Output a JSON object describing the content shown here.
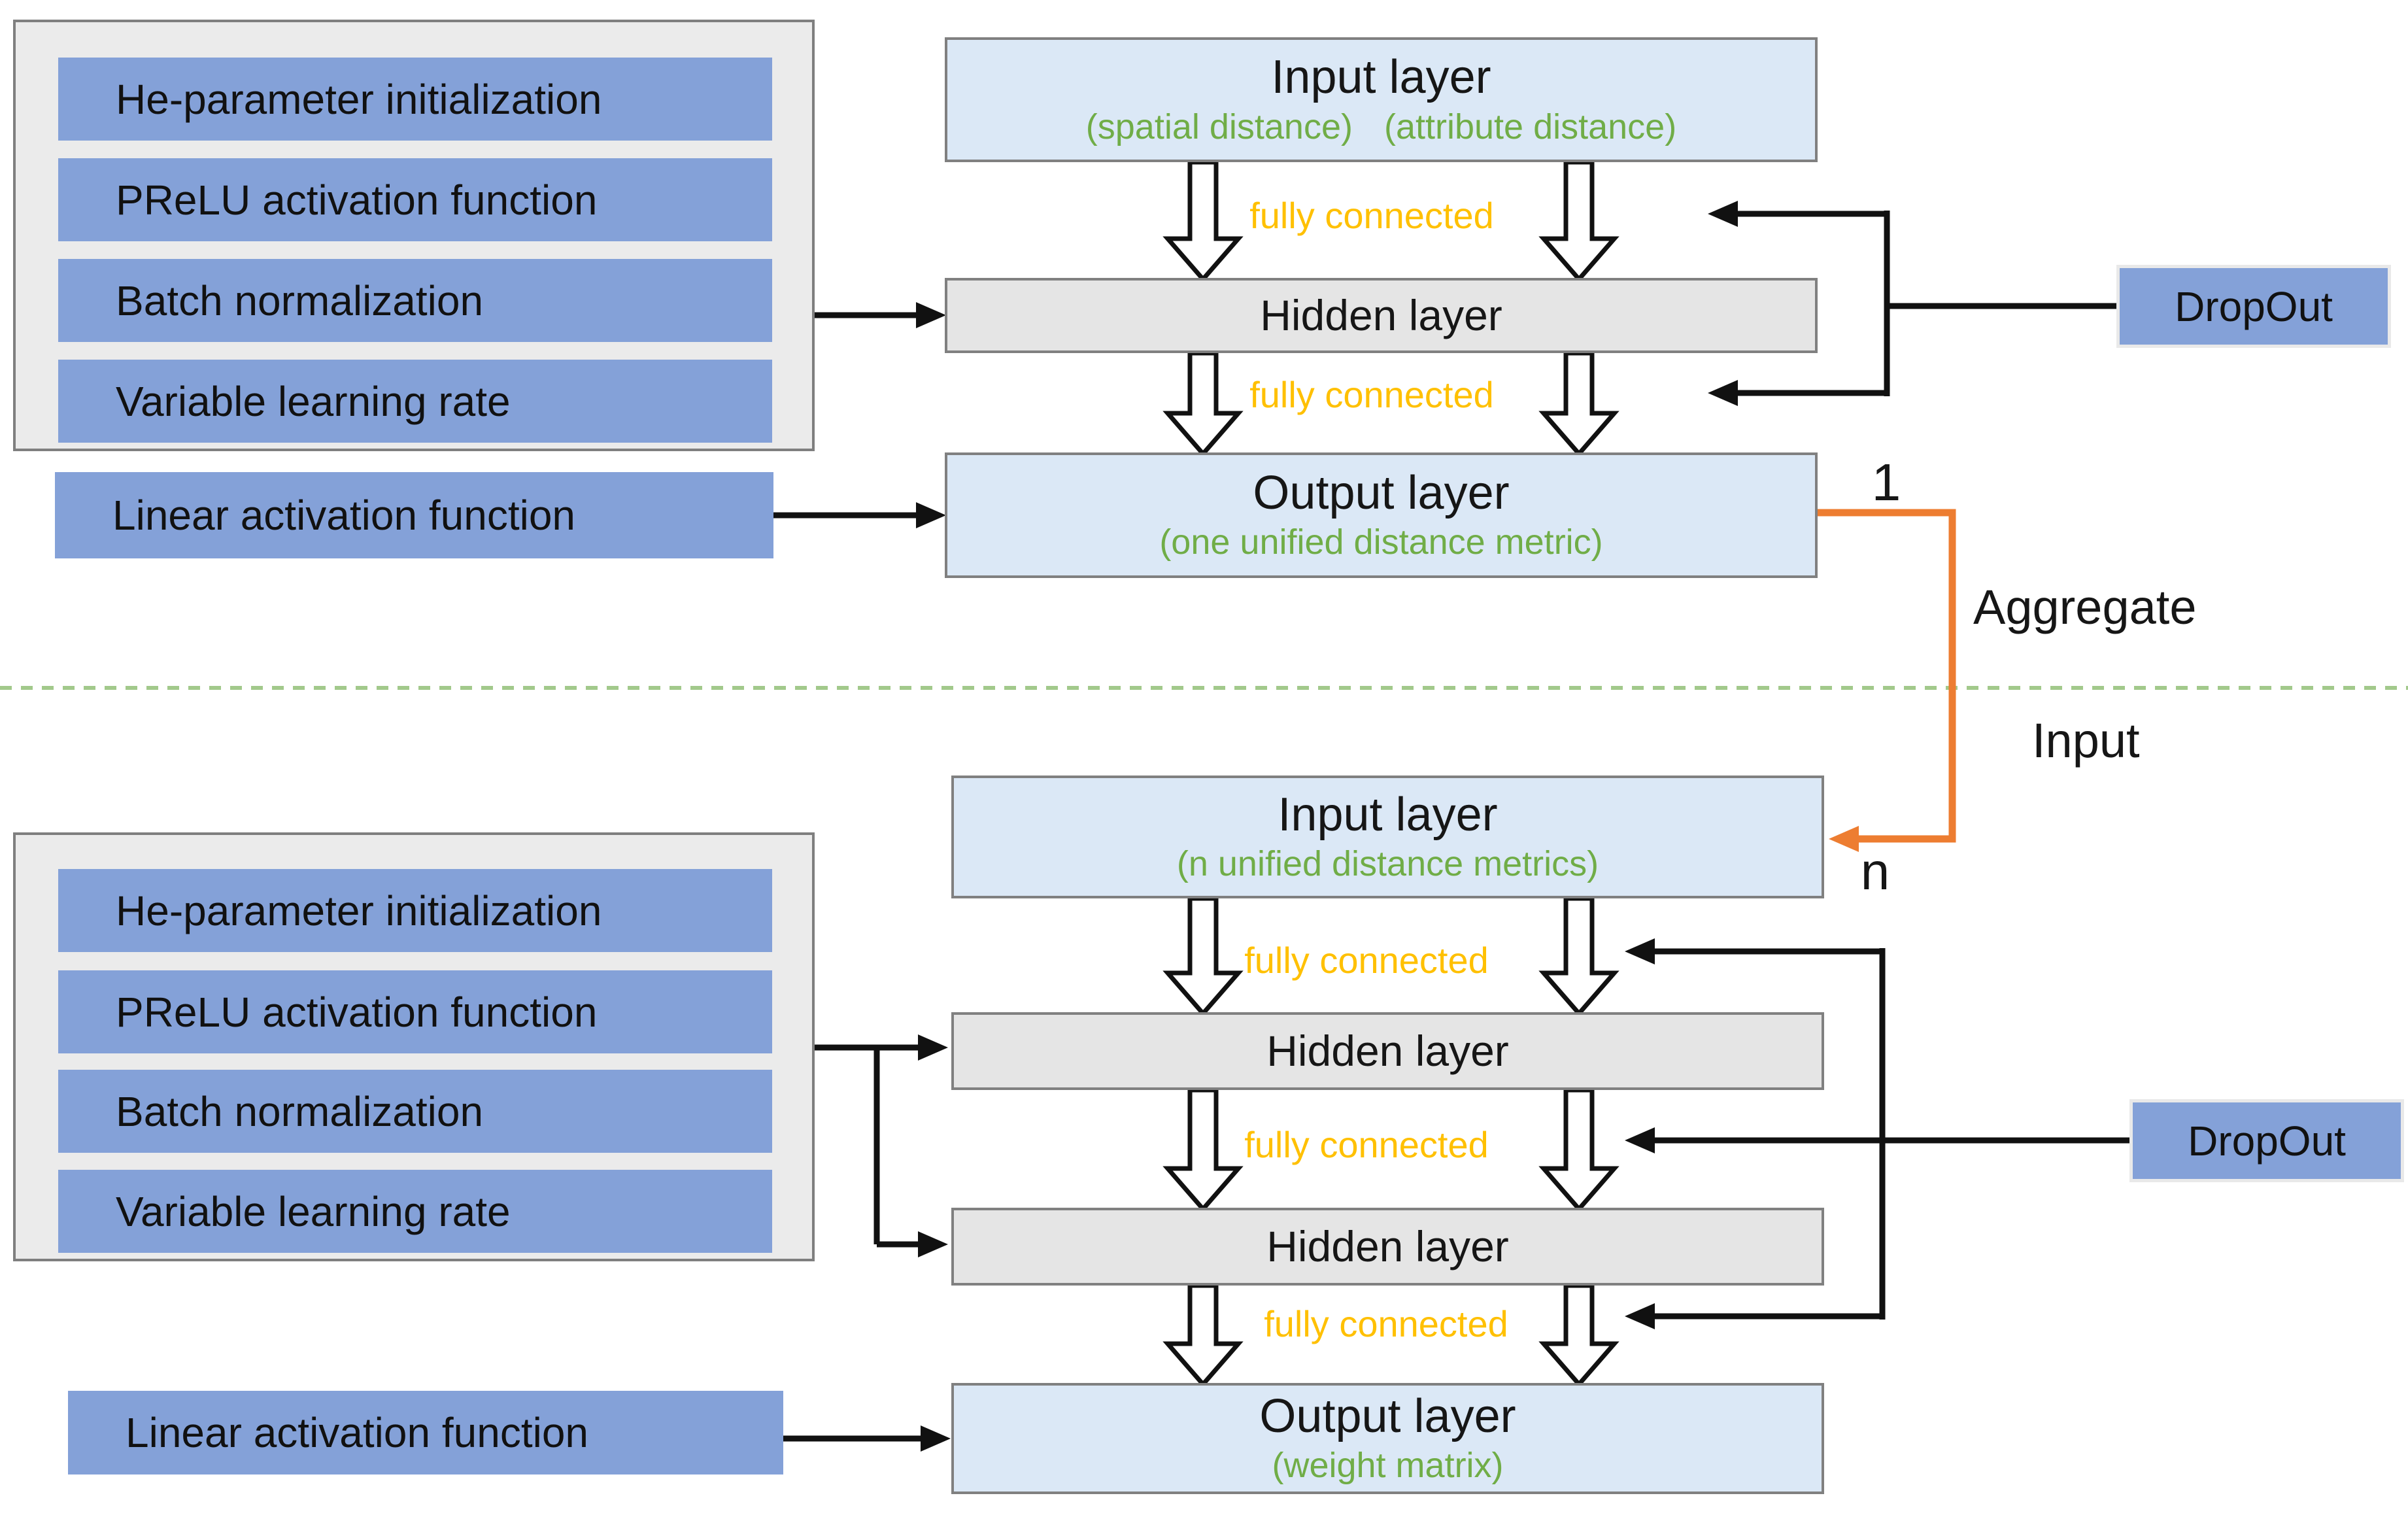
{
  "colors": {
    "accent_blue": "#84a1d8",
    "layer_light_blue": "#dbe8f6",
    "layer_gray": "#e5e5e5",
    "panel_gray": "#ebebeb",
    "border_gray": "#7f7f7f",
    "fully_connected_gold": "#ffc000",
    "annotation_green": "#70ad47",
    "divider_dash_green": "#a2c98b",
    "aggregate_orange": "#ed7d31",
    "wire_black": "#111111"
  },
  "top_network": {
    "panel": {
      "items": [
        "He-parameter initialization",
        "PReLU activation function",
        "Batch normalization",
        "Variable learning rate"
      ]
    },
    "linear_label": "Linear activation function",
    "input": {
      "title": "Input layer",
      "subtitle_parts": [
        "(spatial distance)",
        "(attribute distance)"
      ]
    },
    "hidden": {
      "title": "Hidden layer"
    },
    "output": {
      "title": "Output layer",
      "subtitle": "(one unified distance metric)"
    },
    "fc1": "fully connected",
    "fc2": "fully connected",
    "dropout": "DropOut",
    "output_count": "1"
  },
  "flow": {
    "aggregate": "Aggregate",
    "input": "Input",
    "n": "n"
  },
  "bottom_network": {
    "panel": {
      "items": [
        "He-parameter initialization",
        "PReLU activation function",
        "Batch normalization",
        "Variable learning rate"
      ]
    },
    "linear_label": "Linear activation function",
    "input": {
      "title": "Input layer",
      "subtitle": "(n unified distance metrics)"
    },
    "hidden1": {
      "title": "Hidden layer"
    },
    "hidden2": {
      "title": "Hidden layer"
    },
    "output": {
      "title": "Output layer",
      "subtitle": "(weight matrix)"
    },
    "fc1": "fully connected",
    "fc2": "fully connected",
    "fc3": "fully connected",
    "dropout": "DropOut"
  }
}
